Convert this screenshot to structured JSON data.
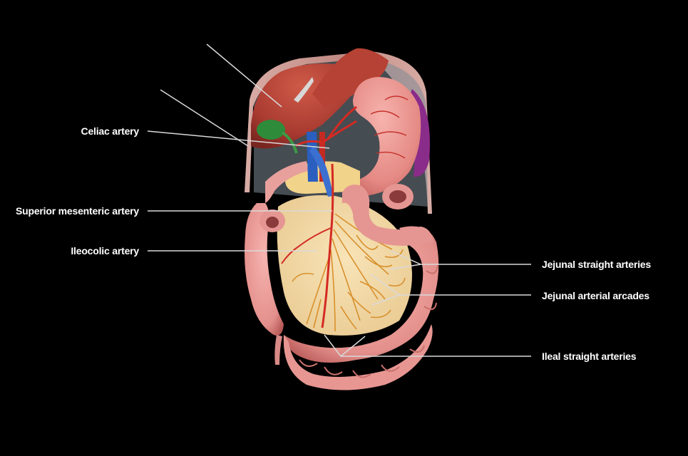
{
  "labels": {
    "celiac_artery": "Celiac artery",
    "superior_mesenteric_artery": "Superior mesenteric artery",
    "ileocolic_artery": "Ileocolic artery",
    "jejunal_straight_arteries": "Jejunal straight arteries",
    "jejunal_arterial_arcades": "Jejunal arterial arcades",
    "ileal_straight_arteries": "Ileal straight arteries"
  },
  "colors": {
    "background": "#000000",
    "label_text": "#ffffff",
    "leader_line": "#d9d9d9",
    "liver": "#b0473a",
    "stomach": "#e8908c",
    "intestine": "#e89a98",
    "mesentery": "#f0d6a0",
    "artery": "#d42a22",
    "vein": "#2a5fc0",
    "gallbladder": "#2e8b3a",
    "spleen": "#8a2c8a"
  }
}
